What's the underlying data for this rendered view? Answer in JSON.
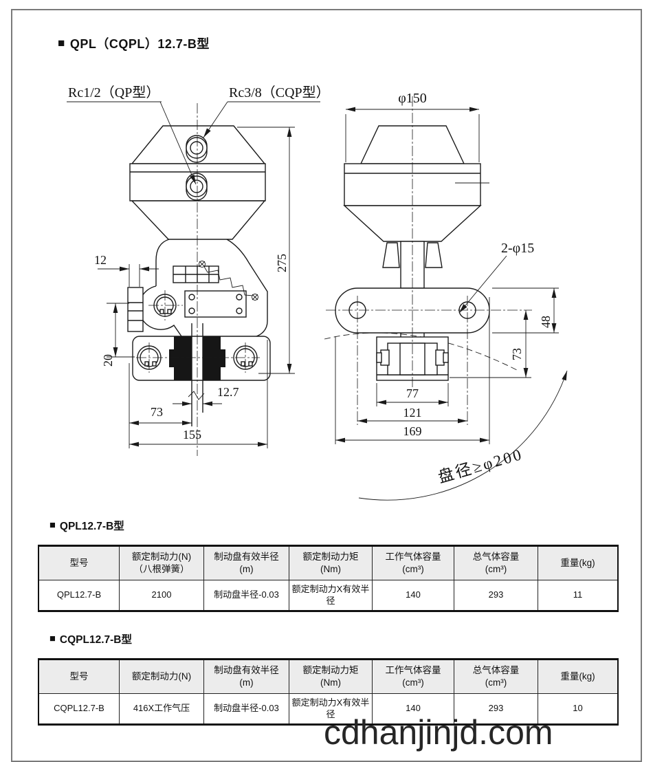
{
  "page": {
    "marker": "■",
    "title": "QPL（CQPL）12.7-B型",
    "watermark": "cdhanjinjd.com"
  },
  "drawing": {
    "front_view": {
      "label_qp": "Rc1/2（QP型）",
      "label_cqp": "Rc3/8（CQP型）",
      "dim_height": "275",
      "dim_bracket": "12",
      "dim_offset": "20",
      "dim_disc_thickness": "12.7",
      "dim_left_span": "73",
      "dim_total_width": "155"
    },
    "side_view": {
      "dim_diameter": "φ150",
      "label_holes": "2-φ15",
      "dim_plate_height": "48",
      "dim_caliper_depth": "73",
      "dim_caliper_width": "77",
      "dim_hole_span": "121",
      "dim_plate_width": "169",
      "label_disc_min": "盘径≥φ200"
    }
  },
  "tables": [
    {
      "marker": "■",
      "section_title": "QPL12.7-B型",
      "headers": [
        {
          "l1": "型号",
          "l2": ""
        },
        {
          "l1": "额定制动力(N)",
          "l2": "（八根弹簧）"
        },
        {
          "l1": "制动盘有效半径",
          "l2": "(m)"
        },
        {
          "l1": "额定制动力矩",
          "l2": "(Nm)"
        },
        {
          "l1": "工作气体容量",
          "l2": "(cm³)"
        },
        {
          "l1": "总气体容量",
          "l2": "(cm³)"
        },
        {
          "l1": "重量(kg)",
          "l2": ""
        }
      ],
      "row": [
        "QPL12.7-B",
        "2100",
        "制动盘半径-0.03",
        "额定制动力X有效半径",
        "140",
        "293",
        "11"
      ]
    },
    {
      "marker": "■",
      "section_title": "CQPL12.7-B型",
      "headers": [
        {
          "l1": "型号",
          "l2": ""
        },
        {
          "l1": "额定制动力(N)",
          "l2": ""
        },
        {
          "l1": "制动盘有效半径",
          "l2": "(m)"
        },
        {
          "l1": "额定制动力矩",
          "l2": "(Nm)"
        },
        {
          "l1": "工作气体容量",
          "l2": "(cm³)"
        },
        {
          "l1": "总气体容量",
          "l2": "(cm³)"
        },
        {
          "l1": "重量(kg)",
          "l2": ""
        }
      ],
      "row": [
        "CQPL12.7-B",
        "416X工作气压",
        "制动盘半径-0.03",
        "额定制动力X有效半径",
        "140",
        "293",
        "10"
      ]
    }
  ]
}
